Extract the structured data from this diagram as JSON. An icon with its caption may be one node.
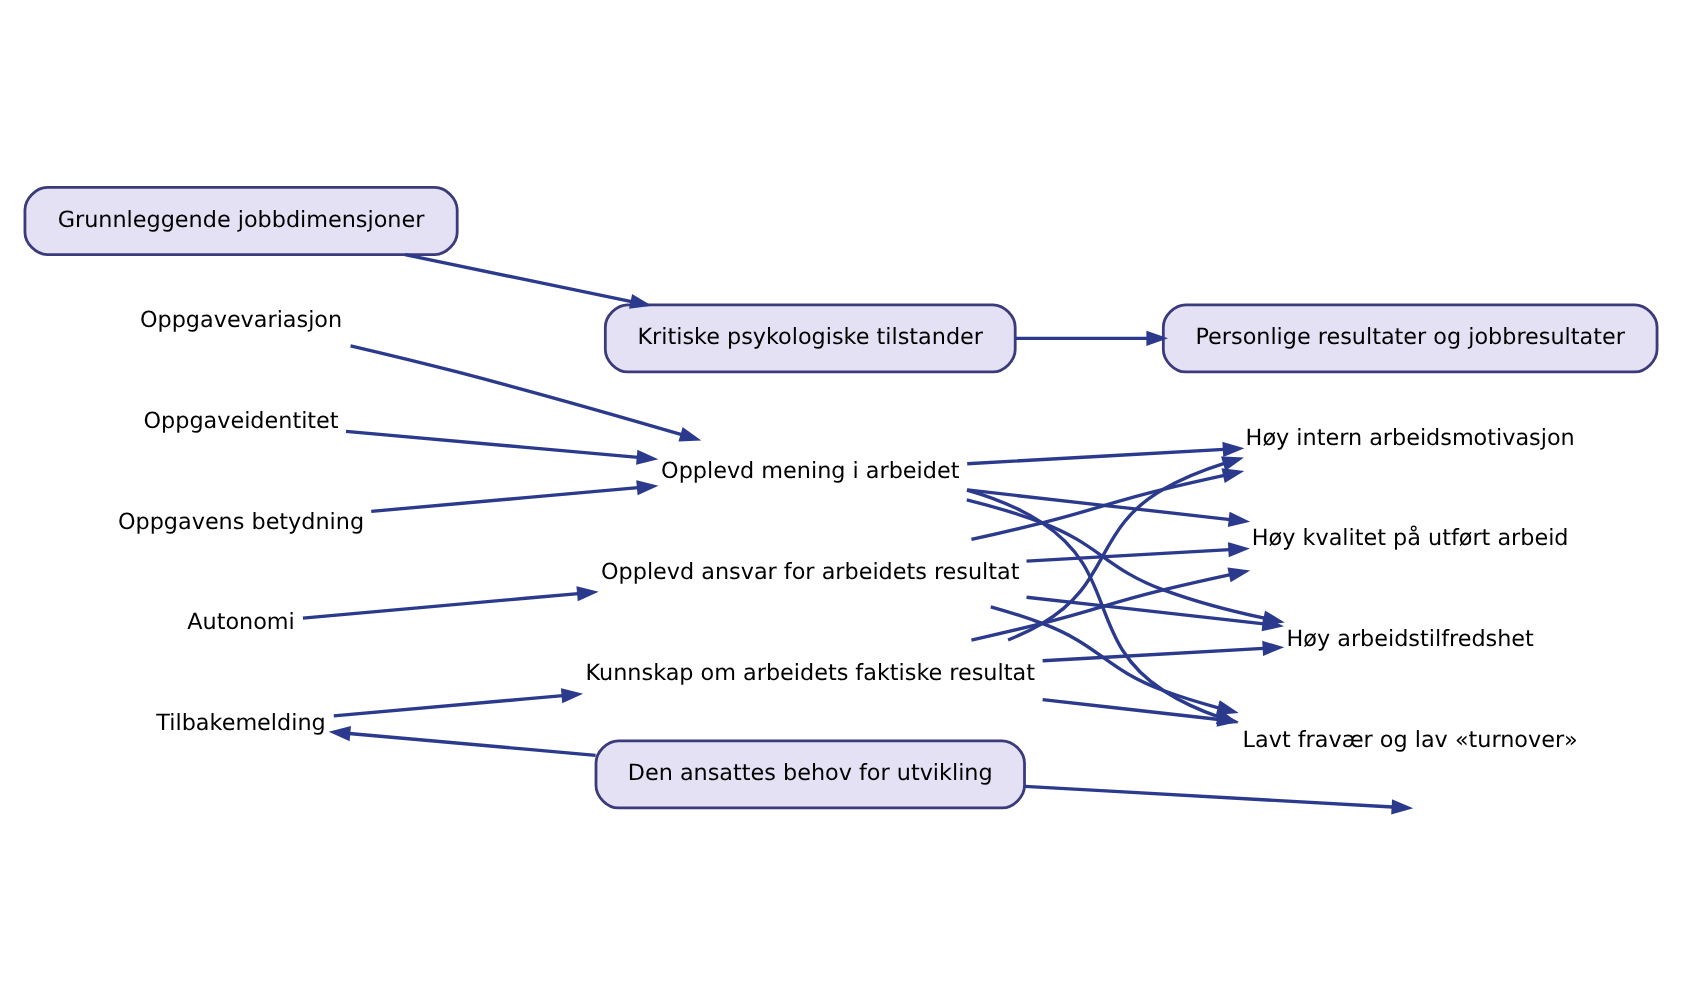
{
  "diagram": {
    "nodes": [
      {
        "text": [
          "Grunnleggende jobbdimensjoner"
        ]
      },
      {
        "text": [
          "Kritiske psykologiske tilstander"
        ]
      },
      {
        "text": [
          "Personlige resultater og jobbresultater"
        ]
      },
      {
        "text": [
          "Oppgavevariasjon"
        ]
      },
      {
        "text": [
          "Oppgaveidentitet"
        ]
      },
      {
        "text": [
          "Oppgavens betydning"
        ]
      },
      {
        "text": [
          "Opplevd mening i arbeidet"
        ]
      },
      {
        "text": [
          "Autonomi"
        ]
      },
      {
        "text": [
          "Opplevd ansvar for arbeidets resultat"
        ]
      },
      {
        "text": [
          "Tilbakemelding"
        ]
      },
      {
        "text": [
          "Kunnskap om arbeidets faktiske resultat"
        ]
      },
      {
        "text": [
          "Høy intern arbeidsmotivasjon"
        ]
      },
      {
        "text": [
          "Høy kvalitet på utført arbeid"
        ]
      },
      {
        "text": [
          "Høy arbeidstilfredshet"
        ]
      },
      {
        "text": [
          "Lavt fravær og lav «turnover»"
        ]
      },
      {
        "text": [
          "Den ansattes behov for utvikling"
        ]
      }
    ],
    "edges": [
      {
        "from": 0,
        "to": 1,
        "arrow": "to"
      },
      {
        "from": 1,
        "to": 2,
        "arrow": "to"
      },
      {
        "from": 3,
        "to": 6,
        "arrow": "to"
      },
      {
        "from": 4,
        "to": 6,
        "arrow": "to"
      },
      {
        "from": 5,
        "to": 6,
        "arrow": "to"
      },
      {
        "from": 7,
        "to": 8,
        "arrow": "to"
      },
      {
        "from": 9,
        "to": 10,
        "arrow": "to"
      },
      {
        "from": 6,
        "to": 11,
        "arrow": "to"
      },
      {
        "from": 6,
        "to": 12,
        "arrow": "to"
      },
      {
        "from": 6,
        "to": 13,
        "arrow": "to"
      },
      {
        "from": 6,
        "to": 14,
        "arrow": "to"
      },
      {
        "from": 8,
        "to": 11,
        "arrow": "to"
      },
      {
        "from": 8,
        "to": 12,
        "arrow": "to"
      },
      {
        "from": 8,
        "to": 13,
        "arrow": "to"
      },
      {
        "from": 8,
        "to": 14,
        "arrow": "to"
      },
      {
        "from": 10,
        "to": 11,
        "arrow": "to"
      },
      {
        "from": 10,
        "to": 12,
        "arrow": "to"
      },
      {
        "from": 10,
        "to": 13,
        "arrow": "to"
      },
      {
        "from": 10,
        "to": 14,
        "arrow": "to"
      },
      {
        "from": 15,
        "to": 9,
        "arrow": "to"
      },
      {
        "from": 15,
        "to": null,
        "arrow": "to"
      }
    ]
  }
}
